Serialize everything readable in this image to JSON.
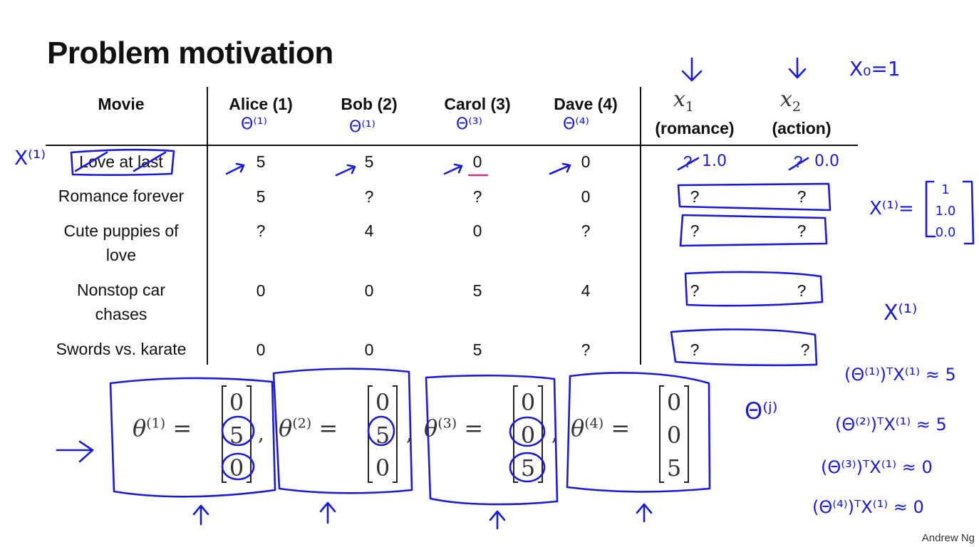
{
  "slide": {
    "title": "Problem motivation",
    "credit": "Andrew Ng"
  },
  "table": {
    "headers": {
      "movie": "Movie",
      "users": [
        "Alice (1)",
        "Bob (2)",
        "Carol (3)",
        "Dave (4)"
      ],
      "features": [
        {
          "symbol": "x",
          "sub": "1",
          "label": "(romance)"
        },
        {
          "symbol": "x",
          "sub": "2",
          "label": "(action)"
        }
      ]
    },
    "rows": [
      {
        "movie_line1": "Love at last",
        "movie_line2": "",
        "ratings": [
          "5",
          "5",
          "0",
          "0"
        ],
        "features": [
          "?",
          "?"
        ]
      },
      {
        "movie_line1": "Romance forever",
        "movie_line2": "",
        "ratings": [
          "5",
          "?",
          "?",
          "0"
        ],
        "features": [
          "?",
          "?"
        ]
      },
      {
        "movie_line1": "Cute puppies of",
        "movie_line2": "love",
        "ratings": [
          "?",
          "4",
          "0",
          "?"
        ],
        "features": [
          "?",
          "?"
        ]
      },
      {
        "movie_line1": "Nonstop car",
        "movie_line2": "chases",
        "ratings": [
          "0",
          "0",
          "5",
          "4"
        ],
        "features": [
          "?",
          "?"
        ]
      },
      {
        "movie_line1": "Swords vs. karate",
        "movie_line2": "",
        "ratings": [
          "0",
          "0",
          "5",
          "?"
        ],
        "features": [
          "?",
          "?"
        ]
      }
    ]
  },
  "thetas": [
    {
      "name": "θ",
      "sup": "(1)",
      "values": [
        "0",
        "5",
        "0"
      ]
    },
    {
      "name": "θ",
      "sup": "(2)",
      "values": [
        "0",
        "5",
        "0"
      ]
    },
    {
      "name": "θ",
      "sup": "(3)",
      "values": [
        "0",
        "0",
        "5"
      ]
    },
    {
      "name": "θ",
      "sup": "(4)",
      "values": [
        "0",
        "0",
        "5"
      ]
    }
  ],
  "annotations": {
    "user_thetas": [
      "Θ⁽¹⁾",
      "Θ⁽¹⁾",
      "Θ⁽³⁾",
      "Θ⁽⁴⁾"
    ],
    "x0": "X₀=1",
    "x_row_label": "X⁽¹⁾",
    "filled_features": [
      "1.0",
      "0.0"
    ],
    "vector_label": "X⁽¹⁾=",
    "vector_values": [
      "1",
      "1.0",
      "0.0"
    ],
    "x1_label": "X⁽¹⁾",
    "theta_j": "Θ⁽ʲ⁾",
    "predictions": [
      "(Θ⁽¹⁾)ᵀX⁽¹⁾ ≈ 5",
      "(Θ⁽²⁾)ᵀX⁽¹⁾ ≈ 5",
      "(Θ⁽³⁾)ᵀX⁽¹⁾ ≈ 0",
      "(Θ⁽⁴⁾)ᵀX⁽¹⁾ ≈ 0"
    ],
    "ink_color": "#1a1adf",
    "underline_color": "#d0308a"
  }
}
